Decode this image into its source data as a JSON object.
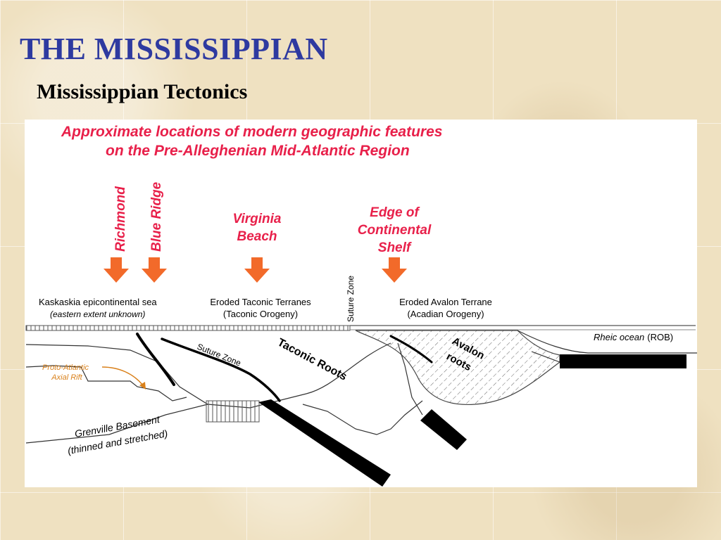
{
  "slide": {
    "title": "THE MISSISSIPPIAN",
    "subtitle": "Mississippian Tectonics"
  },
  "diagram": {
    "heading_line1": "Approximate locations of modern geographic features",
    "heading_line2": "on the Pre-Alleghenian Mid-Atlantic Region",
    "markers": {
      "richmond": "Richmond",
      "blue_ridge": "Blue Ridge",
      "virginia_beach_1": "Virginia",
      "virginia_beach_2": "Beach",
      "edge_1": "Edge of",
      "edge_2": "Continental",
      "edge_3": "Shelf"
    },
    "labels": {
      "kaskaskia": "Kaskaskia epicontinental sea",
      "kaskaskia_note": "(eastern extent unknown)",
      "taconic_terranes": "Eroded Taconic Terranes",
      "taconic_orogeny": "(Taconic Orogeny)",
      "suture_zone_vertical": "Suture Zone",
      "avalon_terrane": "Eroded Avalon Terrane",
      "acadian_orogeny": "(Acadian Orogeny)",
      "rheic_ocean_italic": "Rheic ocean",
      "rheic_ocean_rob": "(ROB)",
      "proto_atlantic_1": "Proto-Atlantic",
      "proto_atlantic_2": "Axial Rift",
      "suture_zone": "Suture Zone",
      "taconic_roots": "Taconic Roots",
      "avalon_1": "Avalon",
      "avalon_2": "roots",
      "grenville_1": "Grenville Basement",
      "grenville_2": "(thinned and stretched)"
    },
    "colors": {
      "heading": "#e8204a",
      "marker_text": "#e8204a",
      "arrow": "#f26a2a",
      "rift_label": "#d9801a",
      "title": "#2e3aa0"
    }
  }
}
